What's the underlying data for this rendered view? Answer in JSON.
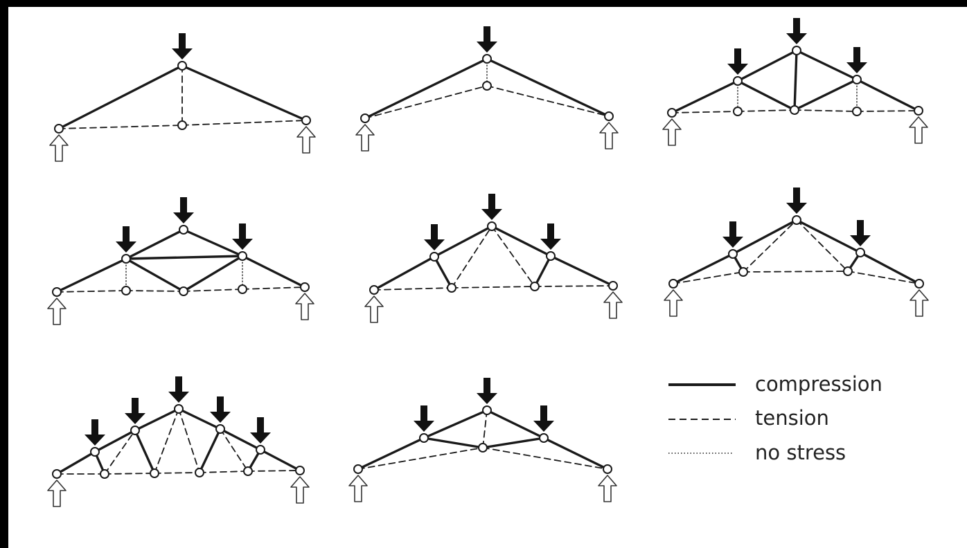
{
  "legend": {
    "items": [
      {
        "key": "compression",
        "label": "compression"
      },
      {
        "key": "tension",
        "label": "tension"
      },
      {
        "key": "nostress",
        "label": "no stress"
      }
    ]
  },
  "colors": {
    "ink": "#1a1a1a",
    "paper": "#ffffff",
    "frame": "#000000"
  },
  "icons": {
    "load": "arrow-down-icon",
    "support": "arrow-up-outline-icon",
    "joint": "joint-circle-icon"
  }
}
